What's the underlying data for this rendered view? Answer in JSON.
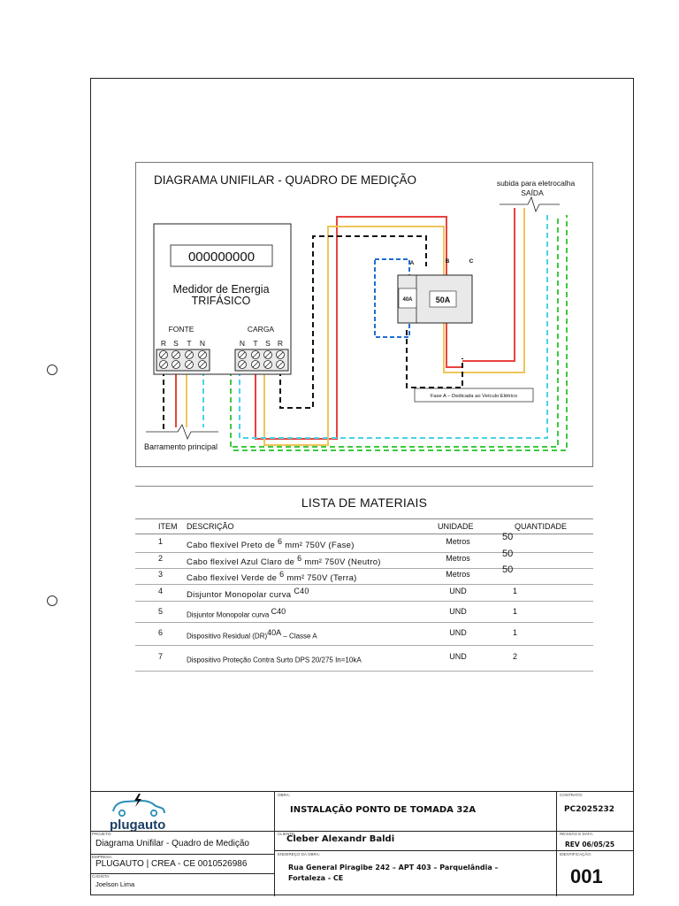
{
  "diagram": {
    "title": "DIAGRAMA UNIFILAR - QUADRO DE MEDIÇÃO",
    "meter_display": "000000000",
    "meter_label_line1": "Medidor de Energia",
    "meter_label_line2": "TRIFÁSICO",
    "fonte_label": "FONTE",
    "carga_label": "CARGA",
    "fonte_terminals": [
      "R",
      "S",
      "T",
      "N"
    ],
    "carga_terminals": [
      "N",
      "T",
      "S",
      "R"
    ],
    "barramento_label": "Barramento principal",
    "saida_line1": "subida para eletrocalha",
    "saida_line2": "SAÍDA",
    "breaker_poles": [
      "A",
      "B",
      "C"
    ],
    "rcd_rating": "40A",
    "breaker_rating": "50A",
    "fase_note": "Fase A – Dedicada ao Veículo Elétrico",
    "wire_colors": {
      "red": "#e8433f",
      "yellow": "#f0c55a",
      "cyan": "#49d3e6",
      "green": "#3ec93e",
      "black": "#111111",
      "blue": "#1f6fd1"
    }
  },
  "materials": {
    "title": "LISTA DE MATERIAIS",
    "headers": {
      "item": "ITEM",
      "description": "DESCRIÇÃO",
      "unit": "UNIDADE",
      "quantity": "QUANTIDADE"
    },
    "rows": [
      {
        "item": "1",
        "desc_a": "Cabo flexível Preto de ",
        "desc_sup": "6",
        "desc_b": " mm²  750V (Fase)",
        "unit": "Metros",
        "qty": "50"
      },
      {
        "item": "2",
        "desc_a": "Cabo flexível Azul Claro de ",
        "desc_sup": "6",
        "desc_b": " mm²  750V (Neutro)",
        "unit": "Metros",
        "qty": "50"
      },
      {
        "item": "3",
        "desc_a": "Cabo flexível Verde de ",
        "desc_sup": "6",
        "desc_b": " mm²  750V (Terra)",
        "unit": "Metros",
        "qty": "50"
      },
      {
        "item": "4",
        "desc_a": "Disjuntor Monopolar curva ",
        "desc_sup": "C40",
        "desc_b": "",
        "unit": "UND",
        "qty": "1"
      },
      {
        "item": "5",
        "desc_a": "Disjuntor Monopolar curva ",
        "desc_sup": "C40",
        "desc_b": "",
        "unit": "UND",
        "qty": "1"
      },
      {
        "item": "6",
        "desc_a": "Dispositivo Residual (DR)",
        "desc_sup": "40A",
        "desc_b": " – Classe A",
        "unit": "UND",
        "qty": "1"
      },
      {
        "item": "7",
        "desc_a": "Dispositivo Proteção Contra Surto DPS 20/275 In=10kA",
        "desc_sup": "",
        "desc_b": "",
        "unit": "UND",
        "qty": "2"
      }
    ]
  },
  "title_block": {
    "logo_text": "plugauto",
    "obra_label": "OBRA:",
    "obra": "INSTALAÇÃO PONTO DE TOMADA 32A",
    "contrato_label": "CONTRATO:",
    "contrato": "PC2025232",
    "projeto_label": "PROJETO:",
    "projeto": "Diagrama Unifilar - Quadro de Medição",
    "cliente_label": "CLIENTE:",
    "cliente": "Cleber Alexandr Baldi",
    "revisao_label": "REVISÃO E DATA:",
    "revisao": "REV 06/05/25",
    "empresa_label": "EMPRESA:",
    "empresa": "PLUGAUTO | CREA - CE 0010526986",
    "endereco_label": "ENDEREÇO DA OBRA:",
    "endereco_line1": "Rua General Piragibe 242 – APT 403 – Parquelândia –",
    "endereco_line2": "Fortaleza - CE",
    "identificacao_label": "IDENTIFICAÇÃO:",
    "identificacao": "001",
    "cadista_label": "CADISTA:",
    "cadista": "Joelson Lima",
    "accent": "#2e8fb8"
  }
}
